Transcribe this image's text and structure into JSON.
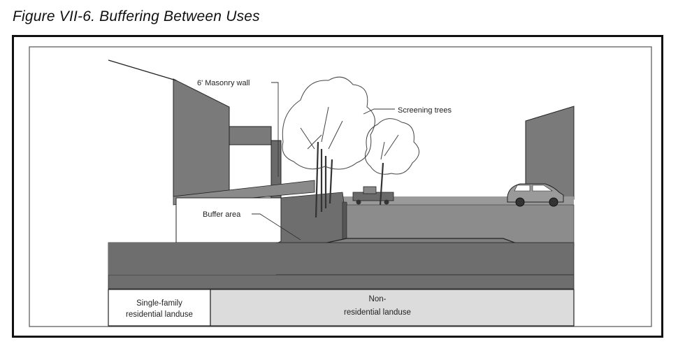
{
  "figure": {
    "title": "Figure VII-6. Buffering Between Uses"
  },
  "callouts": {
    "masonry_wall": "6' Masonry wall",
    "screening_trees": "Screening trees",
    "buffer_area": "Buffer area"
  },
  "landuse": {
    "residential_line1": "Single-family",
    "residential_line2": "residential landuse",
    "nonresidential_line1": "Non-",
    "nonresidential_line2": "residential landuse"
  },
  "colors": {
    "wall_dark": "#7a7a7a",
    "ground_dark": "#6e6e6e",
    "lot_mid": "#8c8c8c",
    "box_fill": "#dcdcdc"
  }
}
